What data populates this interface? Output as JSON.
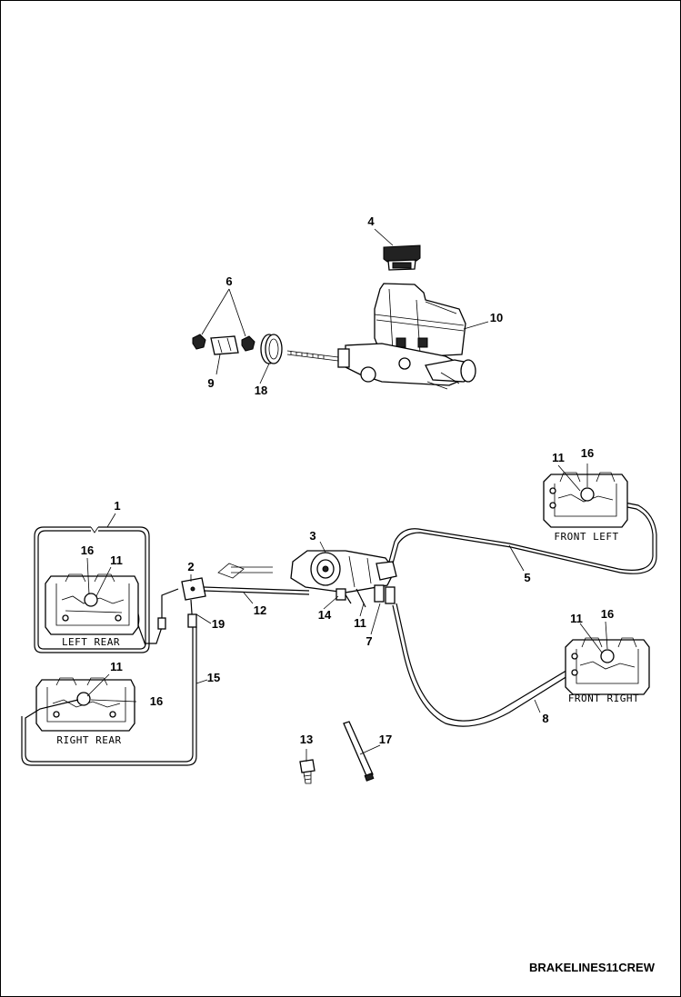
{
  "diagram": {
    "reference_code": "BRAKELINES11CREW",
    "callouts": {
      "c1": "1",
      "c2": "2",
      "c3": "3",
      "c4": "4",
      "c5": "5",
      "c6": "6",
      "c7": "7",
      "c8": "8",
      "c9": "9",
      "c10": "10",
      "c11a": "11",
      "c11b": "11",
      "c11c": "11",
      "c11d": "11",
      "c11e": "11",
      "c12": "12",
      "c13": "13",
      "c14": "14",
      "c15": "15",
      "c16a": "16",
      "c16b": "16",
      "c16c": "16",
      "c16d": "16",
      "c17": "17",
      "c18": "18",
      "c19": "19"
    },
    "calipers": {
      "left_rear": "LEFT REAR",
      "right_rear": "RIGHT REAR",
      "front_left": "FRONT LEFT",
      "front_right": "FRONT RIGHT"
    }
  }
}
